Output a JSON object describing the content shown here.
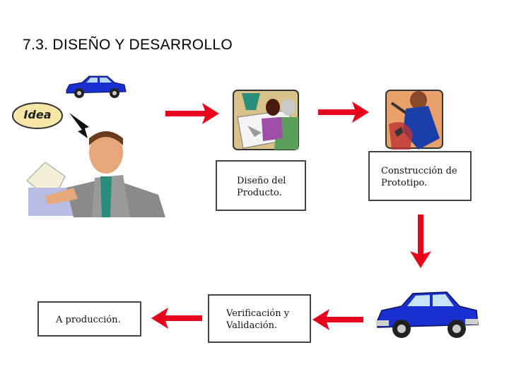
{
  "title": "7.3. DISEÑO Y DESARROLLO",
  "idea_label": "Idea",
  "steps": {
    "design": [
      "Diseño del",
      "Producto."
    ],
    "prototype": [
      "Construcción de",
      "Prototipo."
    ],
    "verification": [
      "Verificación y",
      "Validación."
    ],
    "production": [
      "A producción."
    ]
  },
  "colors": {
    "arrow": "#e8001c",
    "car": "#1a2fd0",
    "box_border": "#444444"
  },
  "icons": [
    "car-icon",
    "idea-bubble-icon",
    "businessman-icon",
    "designers-icon",
    "mechanic-icon",
    "blue-car-icon"
  ]
}
